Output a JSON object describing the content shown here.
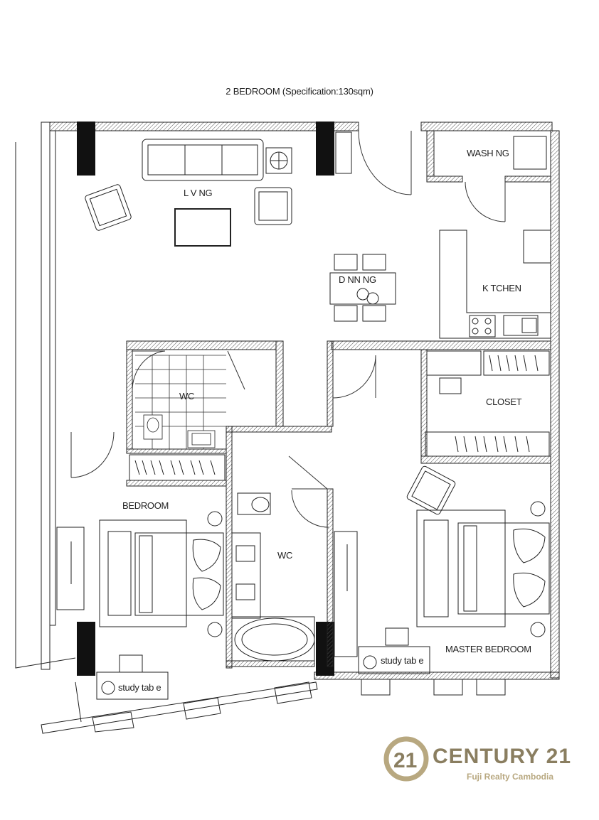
{
  "title": "2 BEDROOM (Specification:130sqm)",
  "rooms": {
    "living": "L V NG",
    "washing": "WASH NG",
    "dining": "D NN NG",
    "kitchen": "K TCHEN",
    "wc_small": "WC",
    "closet": "CLOSET",
    "bedroom": "BEDROOM",
    "wc_main": "WC",
    "master_bedroom": "MASTER BEDROOM",
    "study_left": "study tab e",
    "study_right": "study tab e"
  },
  "logo": {
    "number": "21",
    "brand": "CENTURY 21",
    "subtitle": "Fuji Realty Cambodia",
    "color_gold": "#8a7e60",
    "color_light": "#b8a880"
  }
}
